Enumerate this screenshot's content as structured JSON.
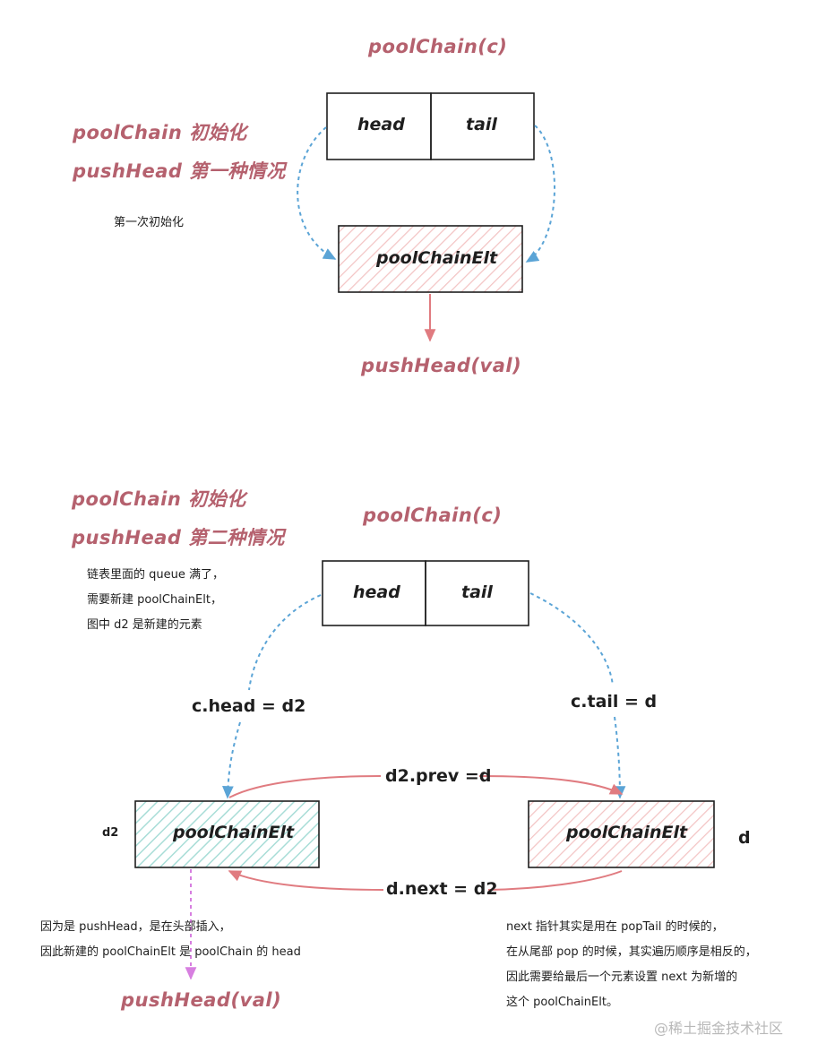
{
  "diagram1": {
    "title": "poolChain(c)",
    "side_line1": "poolChain 初始化",
    "side_line2": "pushHead 第一种情况",
    "note": "第一次初始化",
    "head": "head",
    "tail": "tail",
    "elt": "poolChainElt",
    "push": "pushHead(val)"
  },
  "diagram2": {
    "side_line1": "poolChain 初始化",
    "side_line2": "pushHead 第二种情况",
    "title": "poolChain(c)",
    "notes": [
      "链表里面的 queue 满了，",
      "需要新建 poolChainElt，",
      "图中 d2 是新建的元素"
    ],
    "head": "head",
    "tail": "tail",
    "c_head": "c.head = d2",
    "c_tail": "c.tail = d",
    "d2_prev": "d2.prev =d",
    "d_next": "d.next = d2",
    "d2_label": "d2",
    "d_label": "d",
    "elt_left": "poolChainElt",
    "elt_right": "poolChainElt",
    "left_notes": [
      "因为是 pushHead，是在头部插入，",
      "因此新建的 poolChainElt 是 poolChain 的 head"
    ],
    "right_notes": [
      "next 指针其实是用在 popTail 的时候的，",
      "在从尾部 pop 的时候，其实遍历顺序是相反的，",
      "因此需要给最后一个元素设置 next 为新增的",
      "这个 poolChainElt。"
    ],
    "push": "pushHead(val)"
  },
  "watermark": "@稀土掘金技术社区",
  "colors": {
    "pink_text": "#b5616e",
    "blue_arrow": "#5ba4d6",
    "red_arrow": "#e07b80",
    "magenta_arrow": "#d77fe0",
    "pink_hatch": "#f3c4c4",
    "teal_hatch": "#a8ddd7"
  }
}
